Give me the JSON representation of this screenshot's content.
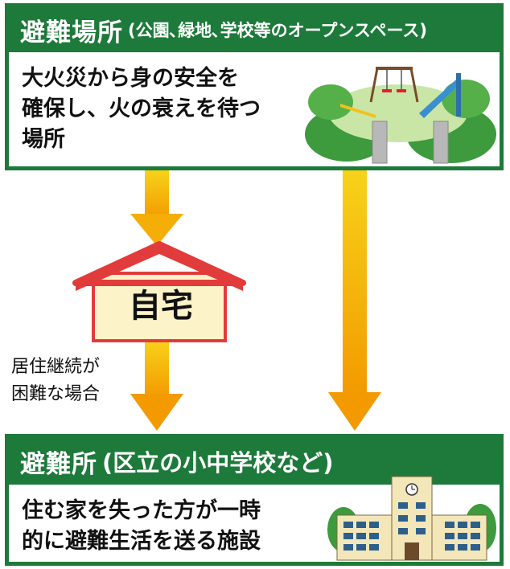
{
  "top_box": {
    "title": "避難場所",
    "subtitle": "(公園､緑地､学校等のオープンスペース)",
    "description_lines": [
      "大火災から身の安全を",
      "確保し、火の衰えを待つ",
      "場所"
    ]
  },
  "house": {
    "label": "自宅"
  },
  "side_note": {
    "lines": [
      "居住継続が",
      "困難な場合"
    ]
  },
  "bottom_box": {
    "title": "避難所",
    "subtitle": "(区立の小中学校など)",
    "description_lines": [
      "住む家を失った方が一時",
      "的に避難生活を送る施設"
    ]
  },
  "colors": {
    "header_green": "#1d7a3a",
    "arrow_yellow": "#f7c400",
    "arrow_orange": "#f39a00",
    "house_roof": "#e23b3b",
    "house_body": "#fdf3c8"
  }
}
